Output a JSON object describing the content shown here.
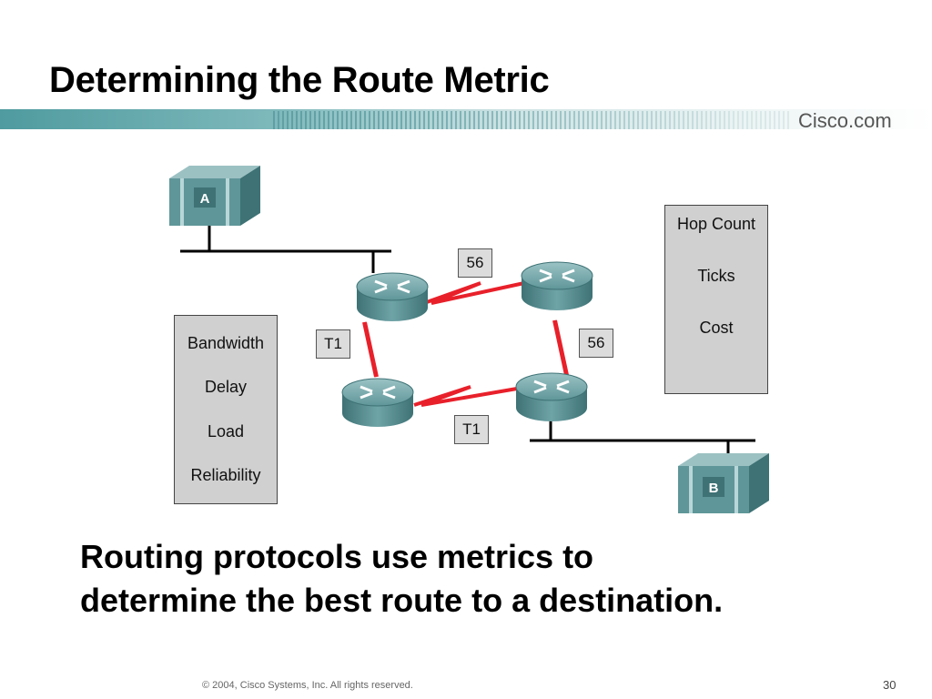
{
  "slide": {
    "title": "Determining the Route Metric",
    "brand": "Cisco.com",
    "caption_line1": "Routing protocols use metrics to",
    "caption_line2": "determine the best route to a destination.",
    "footer": "© 2004, Cisco Systems, Inc. All rights reserved.",
    "page_number": "30"
  },
  "diagram": {
    "host_a": "A",
    "host_b": "B",
    "links": {
      "top": "56",
      "right": "56",
      "left": "T1",
      "bottom": "T1"
    },
    "metrics_left": [
      "Bandwidth",
      "Delay",
      "Load",
      "Reliability"
    ],
    "metrics_right": [
      "Hop Count",
      "Ticks",
      "Cost"
    ]
  },
  "colors": {
    "link": "#e8202a",
    "router": "#4d8a8e",
    "banner": "#4f9b9f"
  }
}
